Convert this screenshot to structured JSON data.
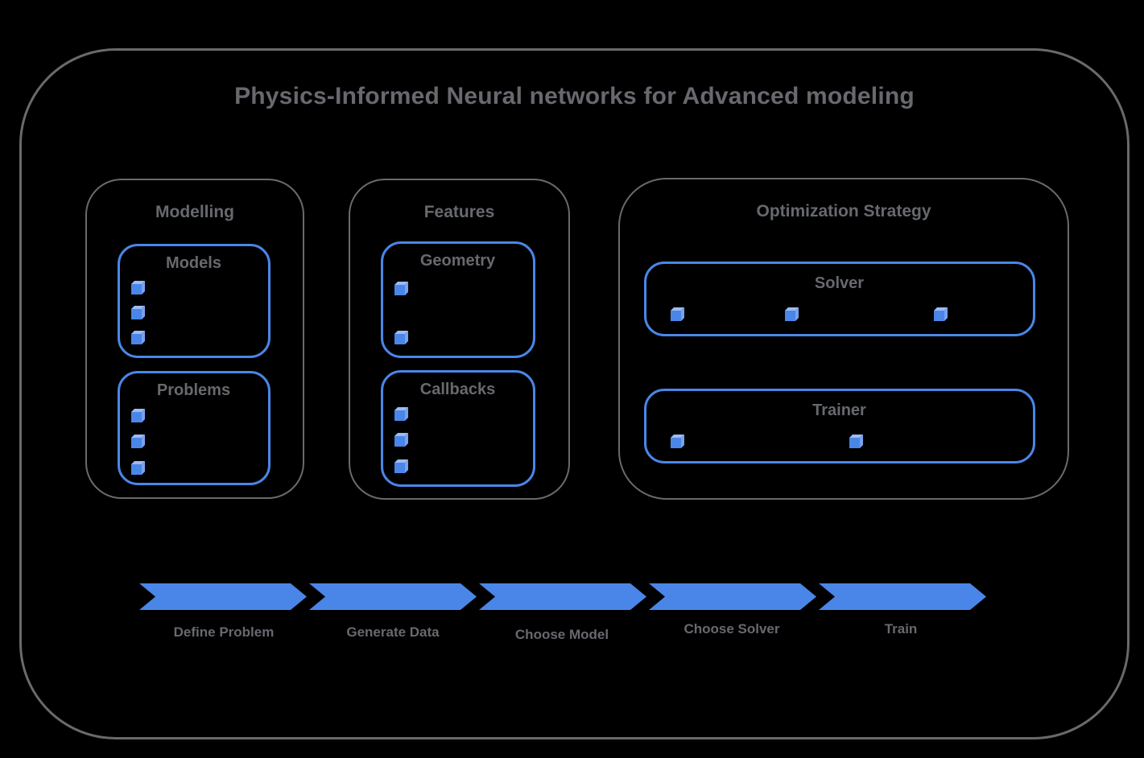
{
  "title": "Physics-Informed Neural networks for Advanced modeling",
  "colors": {
    "background": "#000000",
    "box_border_gray": "#6a6a6a",
    "text_gray": "#67696e",
    "blue": "#4a86e8",
    "cube_top": "#9dbbf3",
    "cube_side": "#78a2ee"
  },
  "sections": [
    {
      "title": "Modelling",
      "groups": [
        {
          "title": "Models",
          "bullet_count": 3
        },
        {
          "title": "Problems",
          "bullet_count": 3
        }
      ]
    },
    {
      "title": "Features",
      "groups": [
        {
          "title": "Geometry",
          "bullet_count": 2
        },
        {
          "title": "Callbacks",
          "bullet_count": 3
        }
      ]
    },
    {
      "title": "Optimization Strategy",
      "groups": [
        {
          "title": "Solver",
          "bullet_count": 3
        },
        {
          "title": "Trainer",
          "bullet_count": 2
        }
      ]
    }
  ],
  "pipeline": {
    "steps": [
      "Define Problem",
      "Generate Data",
      "Choose Model",
      "Choose Solver",
      "Train"
    ]
  }
}
